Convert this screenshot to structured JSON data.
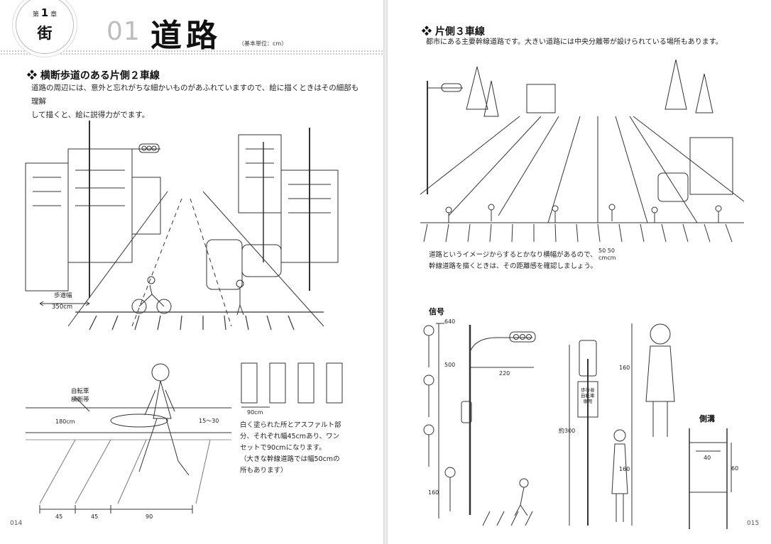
{
  "chapter": {
    "prefix": "第",
    "number": "1",
    "suffix": "章",
    "name": "街"
  },
  "section": {
    "number": "01",
    "title": "道路",
    "unit_note": "（基本単位：cm）"
  },
  "left": {
    "heading": "横断歩道のある片側２車線",
    "body": [
      "道路の周辺には、意外と忘れがちな細かいものがあふれていますので、絵に描くときはその細部も理解",
      "して描くと、絵に説得力がでます。"
    ],
    "sidewalk_width_label": "歩道幅",
    "sidewalk_width_value": "350cm",
    "bike_crossing_label": [
      "自転車",
      "横断帯"
    ],
    "bike_width": "180cm",
    "stripe_gap": "15～30",
    "stripe_width": "90cm",
    "dims_bottom": [
      "45",
      "45",
      "90"
    ],
    "stripe_caption": [
      "白く塗られた所とアスファルト部",
      "分、それぞれ幅45cmあり、ワン",
      "セットで90cmになります。",
      "（大きな幹線道路では幅50cmの",
      "所もあります）"
    ],
    "page_number": "014"
  },
  "right": {
    "heading": "片側３車線",
    "body": "都市にある主要幹線道路です。大きい道路には中央分離帯が設けられている場所もあります。",
    "caption": [
      "道路というイメージからするとかなり横幅があるので、",
      "幹線道路を描くときは、その距離感を確認しましょう。"
    ],
    "crosswalk_dims": [
      "50 50",
      "cmcm"
    ],
    "signal_heading": "信号",
    "signal_dims": {
      "height_top": "640",
      "mid": "500",
      "arm": "220",
      "person": "160",
      "pole": "約300",
      "ped_height": "160",
      "ped_person": "160"
    },
    "sign_text": [
      "歩行者",
      "自転車",
      "専用"
    ],
    "gutter_heading": "側溝",
    "gutter_dims": {
      "width": "40",
      "height": "60"
    },
    "page_number": "015"
  }
}
